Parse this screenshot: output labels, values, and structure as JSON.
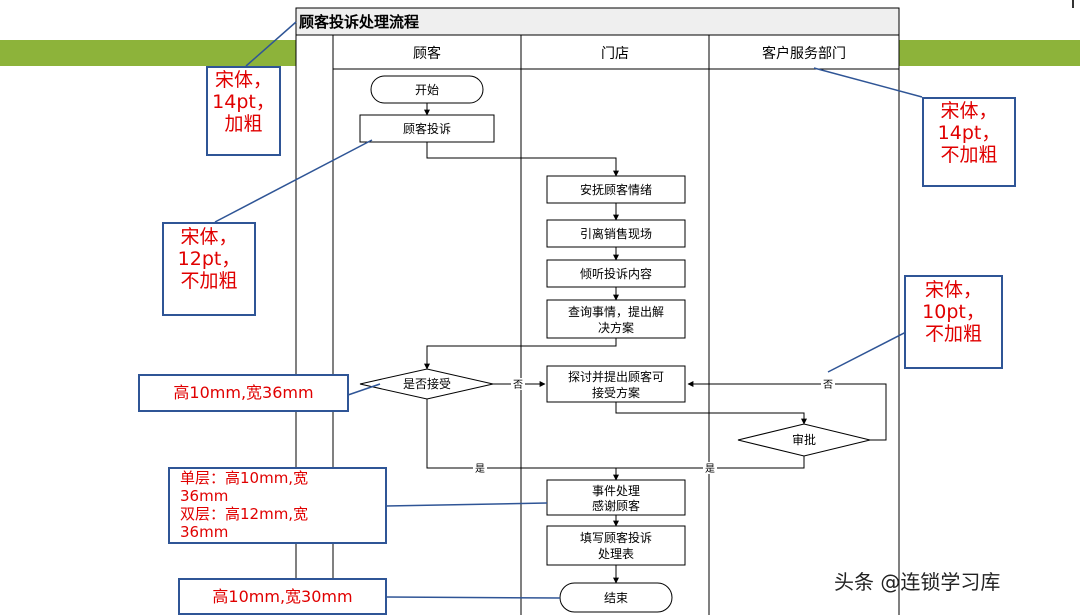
{
  "title": "顾客投诉处理流程",
  "lanes": [
    "顾客",
    "门店",
    "客户服务部门"
  ],
  "nodes": {
    "start": "开始",
    "complaint": "顾客投诉",
    "soothe": "安抚顾客情绪",
    "guide_away": "引离销售现场",
    "listen": "倾听投诉内容",
    "investigate": [
      "查询事情，提出解",
      "决方案"
    ],
    "accept_q": "是否接受",
    "discuss": [
      "探讨并提出顾客可",
      "接受方案"
    ],
    "approve": "审批",
    "handle": [
      "事件处理",
      "感谢顾客"
    ],
    "form": [
      "填写顾客投诉",
      "处理表"
    ],
    "end": "结束"
  },
  "edge_labels": {
    "no_accept": "否",
    "no_approve": "否",
    "yes_accept": "是",
    "yes_approve": "是"
  },
  "annotations": {
    "title_font": [
      "宋体，",
      "14pt，",
      "加粗"
    ],
    "lane_font": [
      "宋体，",
      "14pt，",
      "不加粗"
    ],
    "node_font": [
      "宋体，",
      "12pt，",
      "不加粗"
    ],
    "label_font": [
      "宋体，",
      "10pt，",
      "不加粗"
    ],
    "diamond_size": "高10mm,宽36mm",
    "rect_size": [
      "单层：高10mm,宽",
      "36mm",
      "双层：高12mm,宽",
      "36mm"
    ],
    "terminal_size": "高10mm,宽30mm"
  },
  "watermark": "头条 @连锁学习库",
  "colors": {
    "band": "#8db33a",
    "annotation_text": "#e00000",
    "annotation_border": "#2f5596",
    "line": "#000000"
  }
}
